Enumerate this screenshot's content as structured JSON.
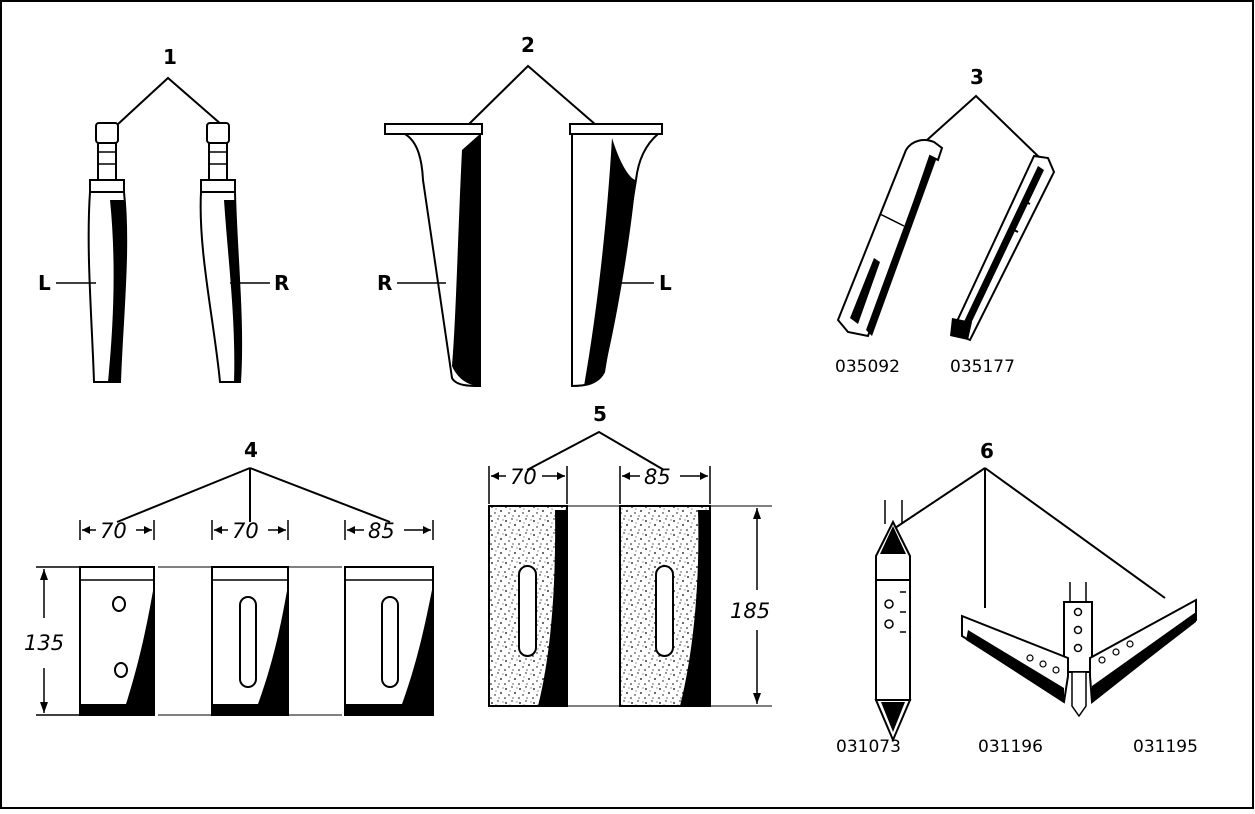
{
  "callouts": {
    "c1": "1",
    "c2": "2",
    "c3": "3",
    "c4": "4",
    "c5": "5",
    "c6": "6"
  },
  "sides": {
    "tine_left": "L",
    "tine_right": "R",
    "blade_right": "R",
    "blade_left": "L"
  },
  "dimensions": {
    "p4_a_width": "70",
    "p4_b_width": "70",
    "p4_c_width": "85",
    "p4_height": "135",
    "p5_a_width": "70",
    "p5_b_width": "85",
    "p5_height": "185"
  },
  "part_numbers": {
    "p3_left": "035092",
    "p3_right": "035177",
    "p6_left": "031073",
    "p6_middle": "031196",
    "p6_right": "031195"
  }
}
